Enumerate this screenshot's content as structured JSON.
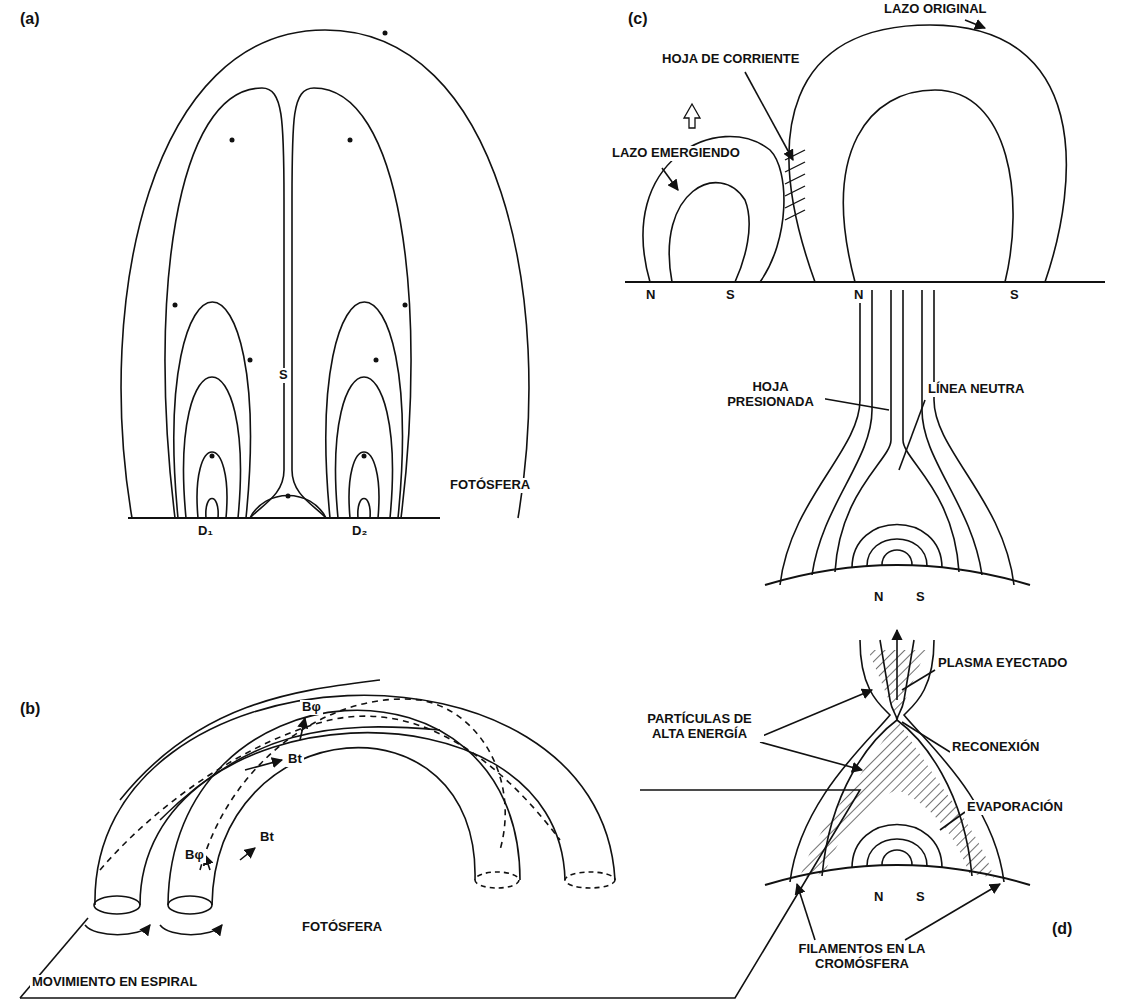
{
  "diagram": {
    "labels": [
      "(a)",
      "S",
      "D₁",
      "D₂",
      "FOTÓSFERA",
      "(b)",
      "Bφ",
      "Bt",
      "Bt",
      "Bφ",
      "FOTÓSFERA",
      "MOVIMIENTO EN ESPIRAL",
      "(c)",
      "LAZO ORIGINAL",
      "HOJA DE CORRIENTE",
      "LAZO EMERGIENDO",
      "N",
      "S",
      "N",
      "S",
      "HOJA PRESIONADA",
      "LÍNEA NEUTRA",
      "N",
      "S",
      "PLASMA EYECTADO",
      "PARTÍCULAS DE ALTA ENERGÍA",
      "RECONEXIÓN",
      "EVAPORACIÓN",
      "N",
      "S",
      "FILAMENTOS EN LA CROMÓSFERA",
      "(d)"
    ]
  }
}
